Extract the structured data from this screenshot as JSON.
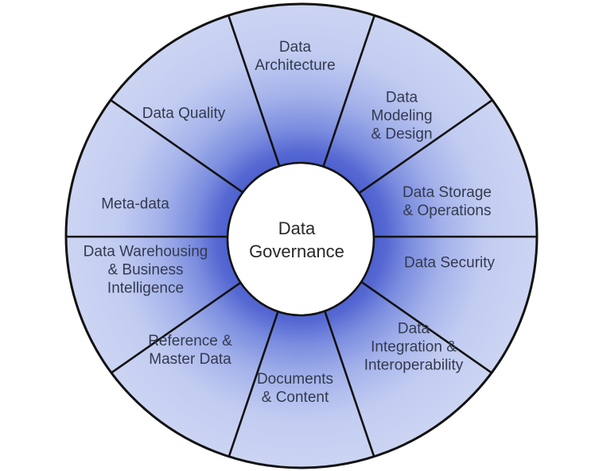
{
  "diagram": {
    "type": "wheel",
    "center": {
      "label": "Data\nGovernance"
    },
    "segments": [
      {
        "label": "Data\nArchitecture"
      },
      {
        "label": "Data\nModeling\n& Design"
      },
      {
        "label": "Data Storage\n& Operations"
      },
      {
        "label": "Data Security"
      },
      {
        "label": "Data\nIntegration &\nInteroperability"
      },
      {
        "label": "Documents\n& Content"
      },
      {
        "label": "Reference &\nMaster Data"
      },
      {
        "label": "Data Warehousing\n& Business\nIntelligence"
      },
      {
        "label": "Meta-data"
      },
      {
        "label": "Data Quality"
      }
    ],
    "colors": {
      "inner_glow": "#4f62cf",
      "mid_fill": "#9dade8",
      "outer_fill": "#d6dcf5",
      "ring_stroke": "#121212",
      "hub_fill": "#ffffff",
      "segment_text": "#333a4e",
      "center_text": "#282828"
    }
  }
}
